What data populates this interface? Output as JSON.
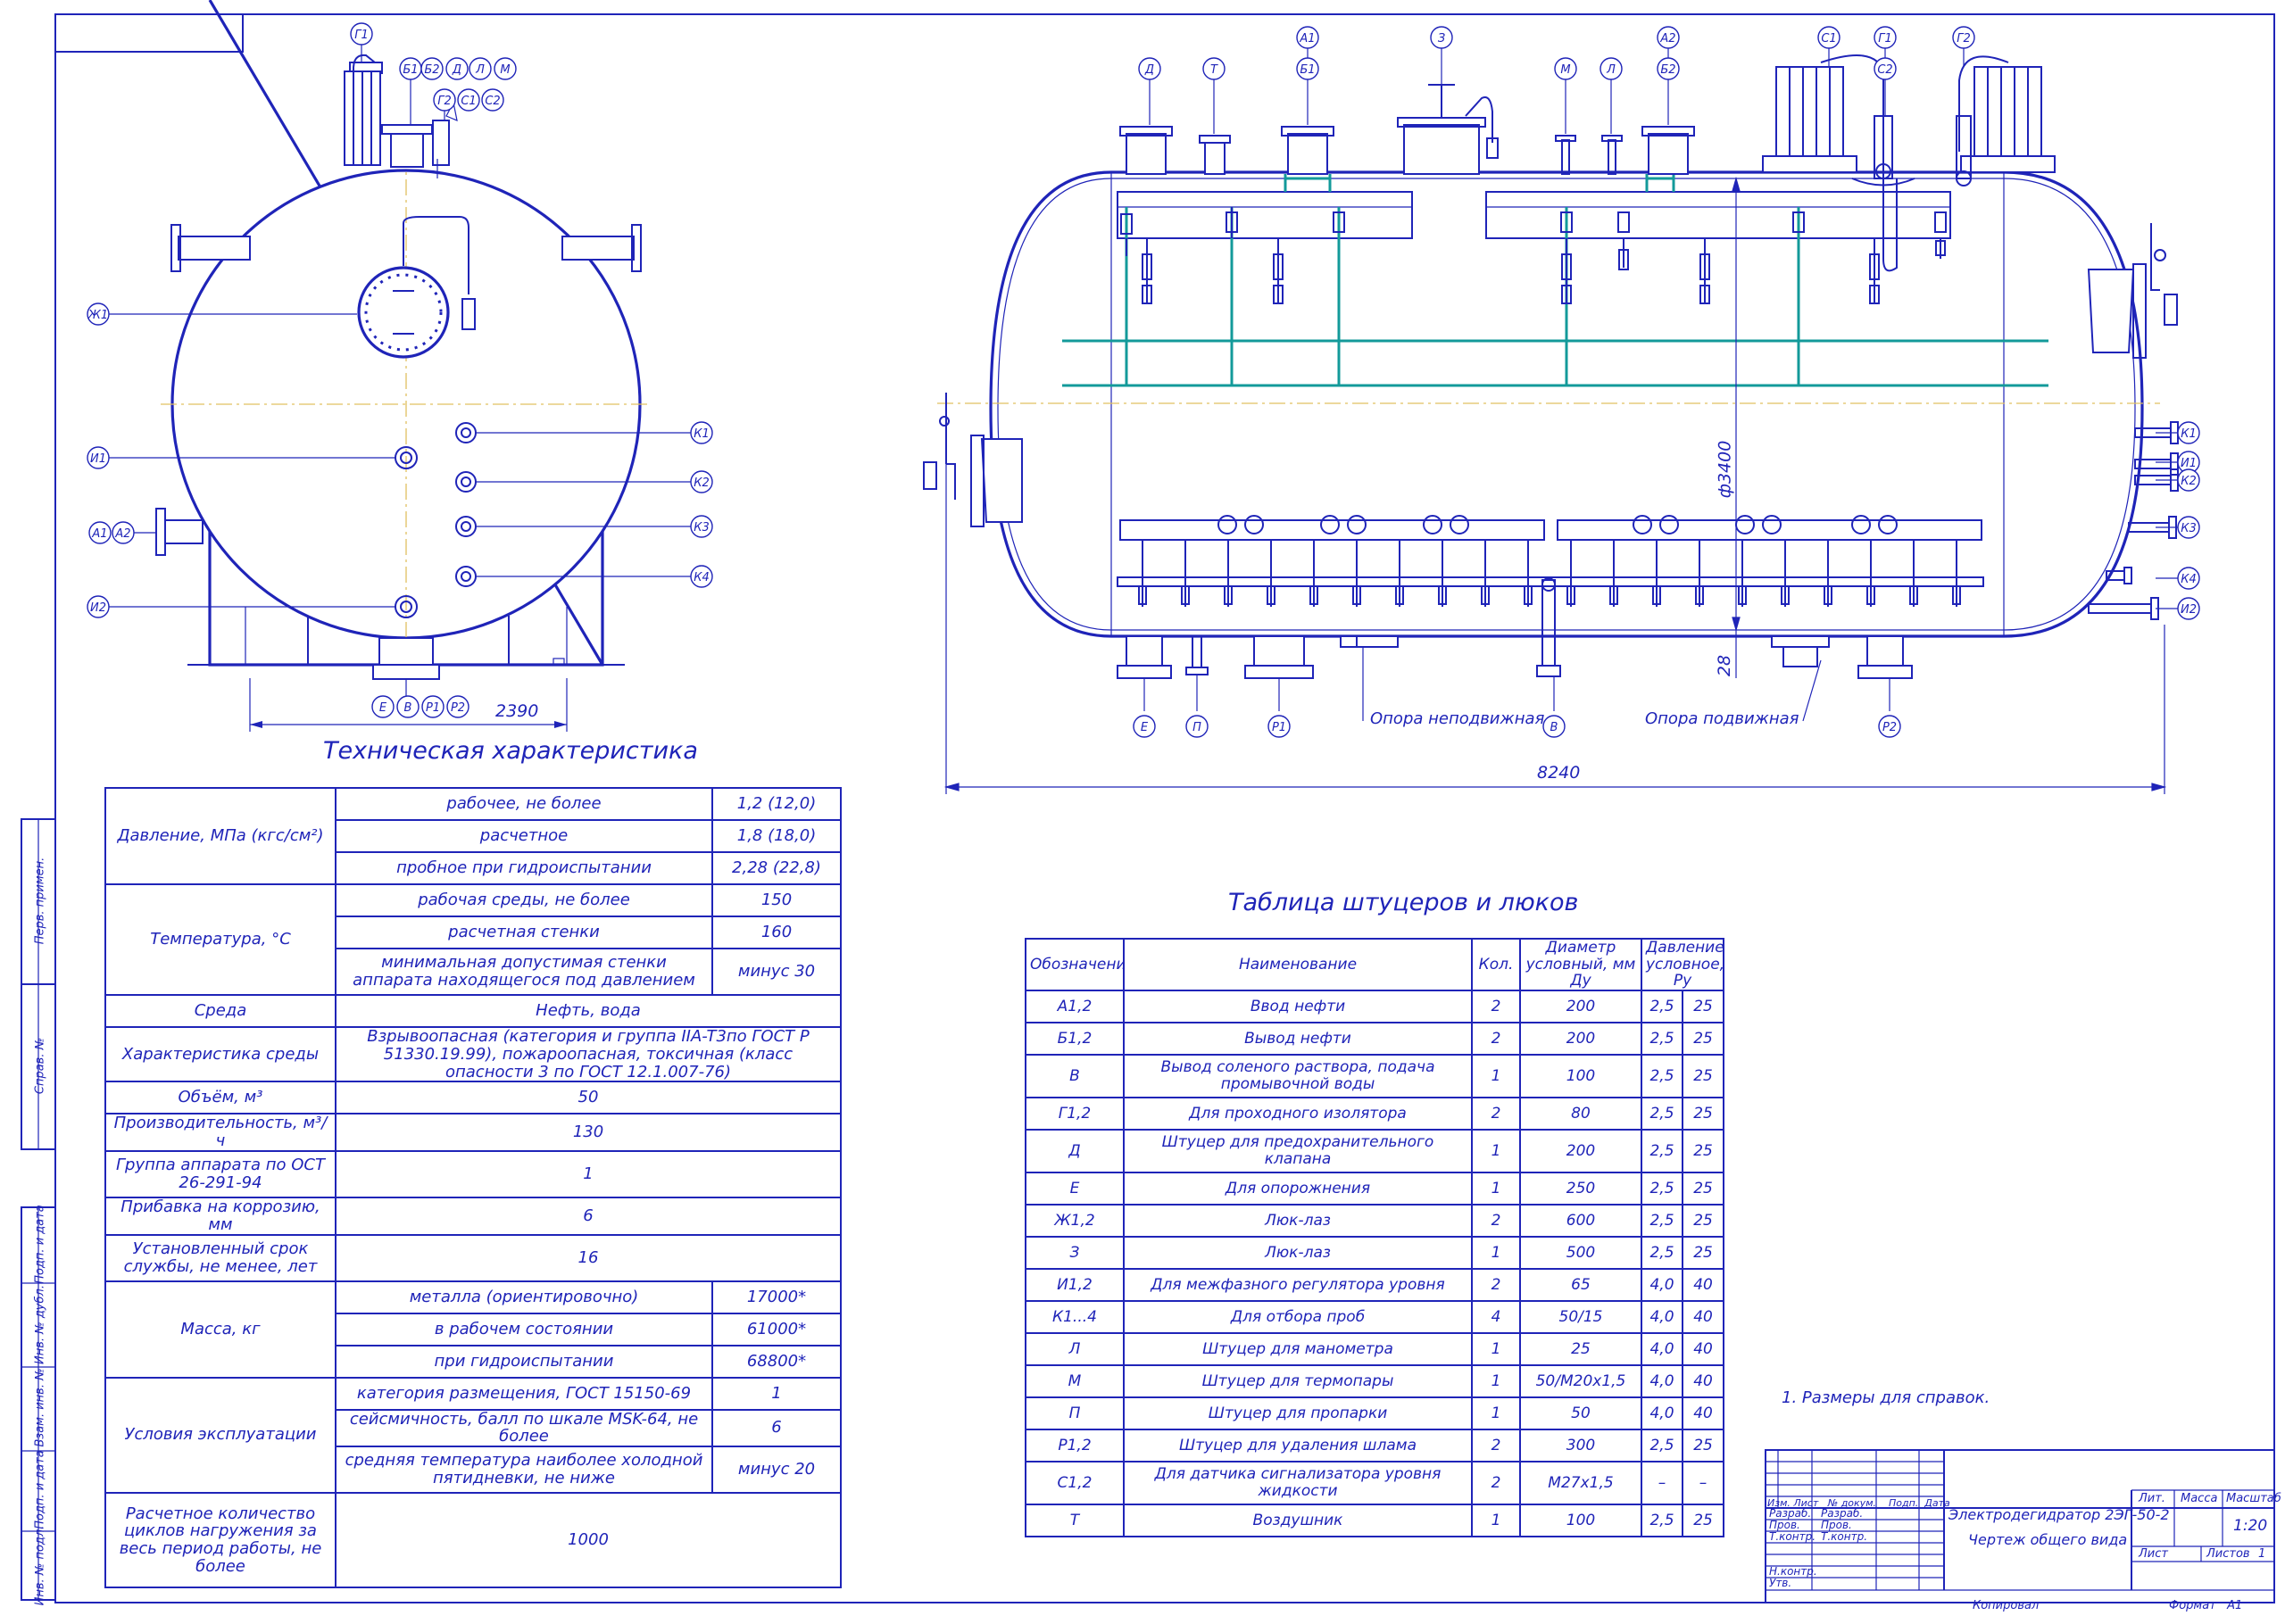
{
  "colors": {
    "line": "#1f24b8",
    "internal_pipes": "#139a9a",
    "background": "#ffffff"
  },
  "views": {
    "side_callouts_top": [
      "Г1",
      "Б1",
      "Б2",
      "Д",
      "Л",
      "М",
      "Г2",
      "С1",
      "С2"
    ],
    "side_callouts_left": [
      "Ж1",
      "И1",
      "А1",
      "А2",
      "И2"
    ],
    "side_callouts_right": [
      "К1",
      "К2",
      "К3",
      "К4"
    ],
    "side_callouts_bottom": [
      "Е",
      "В",
      "Р1",
      "Р2"
    ],
    "side_dim_width": "2390",
    "main_callouts_top": [
      "Д",
      "Т",
      "А1",
      "Б1",
      "З",
      "М",
      "Л",
      "А2",
      "Б2",
      "С1",
      "Г1",
      "С2",
      "Г2"
    ],
    "main_callouts_bottom": [
      "Е",
      "П",
      "Р1",
      "В",
      "Р2"
    ],
    "main_callouts_right": [
      "К1",
      "И1",
      "К2",
      "К3",
      "К4",
      "И2"
    ],
    "main_dim_diameter": "ф3400",
    "main_dim_gap": "28",
    "main_dim_length": "8240",
    "support_fixed": "Опора неподвижная",
    "support_movable": "Опора подвижная"
  },
  "tech": {
    "title": "Техническая характеристика",
    "rows": {
      "pressure_label": "Давление, МПа (кгс/см²)",
      "pressure": [
        {
          "name": "рабочее, не более",
          "value": "1,2 (12,0)"
        },
        {
          "name": "расчетное",
          "value": "1,8 (18,0)"
        },
        {
          "name": "пробное при гидроиспытании",
          "value": "2,28 (22,8)"
        }
      ],
      "temp_label": "Температура, °С",
      "temp": [
        {
          "name": "рабочая среды, не более",
          "value": "150"
        },
        {
          "name": "расчетная стенки",
          "value": "160"
        },
        {
          "name": "минимальная допустимая стенки аппарата находящегося под давлением",
          "value": "минус 30"
        }
      ],
      "medium_label": "Среда",
      "medium": "Нефть, вода",
      "char_label": "Характеристика среды",
      "char": "Взрывоопасная (категория и группа IIA-T3по ГОСТ Р 51330.19.99), пожароопасная, токсичная (класс опасности 3 по ГОСТ 12.1.007-76)",
      "volume_label": "Объём, м³",
      "volume": "50",
      "capacity_label": "Производительность, м³/ч",
      "capacity": "130",
      "group_label": "Группа аппарата по ОСТ 26-291-94",
      "group": "1",
      "corrosion_label": "Прибавка на коррозию, мм",
      "corrosion": "6",
      "service_label": "Установленный срок службы, не менее, лет",
      "service": "16",
      "mass_label": "Масса, кг",
      "mass": [
        {
          "name": "металла (ориентировочно)",
          "value": "17000*"
        },
        {
          "name": "в рабочем состоянии",
          "value": "61000*"
        },
        {
          "name": "при гидроиспытании",
          "value": "68800*"
        }
      ],
      "cond_label": "Условия эксплуатации",
      "cond": [
        {
          "name": "категория размещения, ГОСТ 15150-69",
          "value": "1"
        },
        {
          "name": "сейсмичность, балл по шкале MSK-64, не более",
          "value": "6"
        },
        {
          "name": "средняя температура наиболее холодной пятидневки, не ниже",
          "value": "минус 20"
        }
      ],
      "cycles_label": "Расчетное количество циклов нагружения за весь период работы, не более",
      "cycles": "1000"
    }
  },
  "fittings": {
    "title": "Таблица штуцеров и люков",
    "headers": [
      "Обозначение",
      "Наименование",
      "Кол.",
      "Диаметр условный, мм Ду",
      "Давление условное, Ру"
    ],
    "rows": [
      [
        "А1,2",
        "Ввод нефти",
        "2",
        "200",
        "2,5",
        "25"
      ],
      [
        "Б1,2",
        "Вывод нефти",
        "2",
        "200",
        "2,5",
        "25"
      ],
      [
        "В",
        "Вывод соленого раствора, подача промывочной воды",
        "1",
        "100",
        "2,5",
        "25"
      ],
      [
        "Г1,2",
        "Для проходного изолятора",
        "2",
        "80",
        "2,5",
        "25"
      ],
      [
        "Д",
        "Штуцер для предохранительного клапана",
        "1",
        "200",
        "2,5",
        "25"
      ],
      [
        "Е",
        "Для опорожнения",
        "1",
        "250",
        "2,5",
        "25"
      ],
      [
        "Ж1,2",
        "Люк-лаз",
        "2",
        "600",
        "2,5",
        "25"
      ],
      [
        "З",
        "Люк-лаз",
        "1",
        "500",
        "2,5",
        "25"
      ],
      [
        "И1,2",
        "Для межфазного регулятора уровня",
        "2",
        "65",
        "4,0",
        "40"
      ],
      [
        "К1...4",
        "Для отбора проб",
        "4",
        "50/15",
        "4,0",
        "40"
      ],
      [
        "Л",
        "Штуцер для манометра",
        "1",
        "25",
        "4,0",
        "40"
      ],
      [
        "М",
        "Штуцер для термопары",
        "1",
        "50/М20х1,5",
        "4,0",
        "40"
      ],
      [
        "П",
        "Штуцер для пропарки",
        "1",
        "50",
        "4,0",
        "40"
      ],
      [
        "Р1,2",
        "Штуцер для удаления шлама",
        "2",
        "300",
        "2,5",
        "25"
      ],
      [
        "С1,2",
        "Для датчика сигнализатора уровня жидкости",
        "2",
        "М27х1,5",
        "–",
        "–"
      ],
      [
        "Т",
        "Воздушник",
        "1",
        "100",
        "2,5",
        "25"
      ]
    ]
  },
  "note": "1.  Размеры для справок.",
  "side_strip": [
    "Перв. примен.",
    "Справ. №",
    "Подп. и дата",
    "Инв. № дубл.",
    "Взам. инв. №",
    "Подп. и дата",
    "Инв. № подл."
  ],
  "stamp": {
    "title1": "Электродегидратор 2ЭГ-50-2",
    "title2": "Чертеж общего вида",
    "lit": "Лит.",
    "mass": "Масса",
    "scale_label": "Масштаб",
    "scale": "1:20",
    "sheet": "Лист",
    "sheets": "Листов",
    "sheets_val": "1",
    "rows": [
      "Изм.",
      "Лист",
      "№ докум.",
      "Подп.",
      "Дата"
    ],
    "roles": [
      "Разраб.",
      "Пров.",
      "Т.контр.",
      "Н.контр.",
      "Утв."
    ],
    "copied": "Копировал",
    "format": "Формат",
    "format_val": "А1"
  }
}
